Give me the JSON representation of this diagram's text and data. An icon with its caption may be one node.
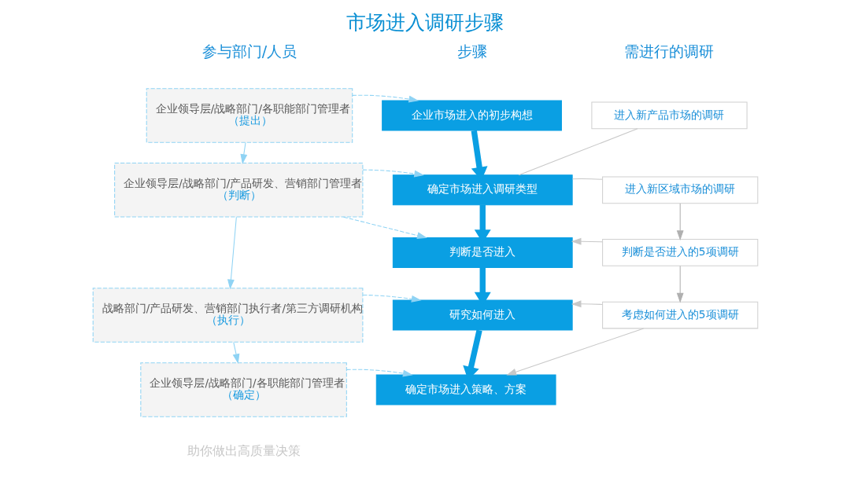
{
  "diagram": {
    "title": "市场进入调研步骤",
    "nodes": [
      {
        "text": [
          "企业领导层/战略部门/各职能部门管理者",
          "（提出）"
        ]
      },
      {
        "text": [
          "企业领导层/战略部门/产品研发、营销部门管理者",
          "（判断）"
        ]
      },
      {
        "text": [
          "战略部门/产品研发、营销部门执行者/第三方调研机构",
          "（执行）"
        ]
      },
      {
        "text": [
          "企业领导层/战略部门/各职能部门管理者",
          "（确定）"
        ]
      },
      {
        "text": [
          "企业市场进入的初步构想"
        ]
      },
      {
        "text": [
          "确定市场进入调研类型"
        ]
      },
      {
        "text": [
          "判断是否进入"
        ]
      },
      {
        "text": [
          "研究如何进入"
        ]
      },
      {
        "text": [
          "确定市场进入策略、方案"
        ]
      },
      {
        "text": [
          "进入新产品市场的调研"
        ]
      },
      {
        "text": [
          "进入新区域市场的调研"
        ]
      },
      {
        "text": [
          "判断是否进入的5项调研"
        ]
      },
      {
        "text": [
          "考虑如何进入的5项调研"
        ]
      }
    ],
    "edges": [
      {
        "from": 0,
        "to": 1,
        "arrow": "to",
        "color": "#8fd3f4"
      },
      {
        "from": 1,
        "to": 2,
        "arrow": "to",
        "color": "#8fd3f4"
      },
      {
        "from": 2,
        "to": 3,
        "arrow": "to",
        "color": "#8fd3f4"
      },
      {
        "from": 0,
        "to": 4,
        "arrow": "to",
        "style": "dashed",
        "color": "#8fd3f4"
      },
      {
        "from": 1,
        "to": 5,
        "arrow": "to",
        "style": "dashed",
        "color": "#8fd3f4"
      },
      {
        "from": 1,
        "to": 6,
        "arrow": "to",
        "style": "dashed",
        "color": "#8fd3f4"
      },
      {
        "from": 2,
        "to": 7,
        "arrow": "to",
        "style": "dashed",
        "color": "#8fd3f4"
      },
      {
        "from": 3,
        "to": 8,
        "arrow": "to",
        "style": "dashed",
        "color": "#8fd3f4"
      },
      {
        "from": 4,
        "to": 5,
        "arrow": "to",
        "style": "thick",
        "color": "#0a9fe3"
      },
      {
        "from": 5,
        "to": 6,
        "arrow": "to",
        "style": "thick",
        "color": "#0a9fe3"
      },
      {
        "from": 6,
        "to": 7,
        "arrow": "to",
        "style": "thick",
        "color": "#0a9fe3"
      },
      {
        "from": 7,
        "to": 8,
        "arrow": "to",
        "style": "thick",
        "color": "#0a9fe3"
      },
      {
        "from": 5,
        "to": 9,
        "arrow": "none",
        "color": "#c8c8c8"
      },
      {
        "from": 5,
        "to": 10,
        "arrow": "none",
        "color": "#c8c8c8"
      },
      {
        "from": 10,
        "to": 11,
        "arrow": "to",
        "color": "#b0b0b0"
      },
      {
        "from": 11,
        "to": 6,
        "arrow": "to",
        "color": "#c8c8c8"
      },
      {
        "from": 11,
        "to": 12,
        "arrow": "to",
        "color": "#b0b0b0"
      },
      {
        "from": 12,
        "to": 7,
        "arrow": "to",
        "color": "#c8c8c8"
      },
      {
        "from": 12,
        "to": 8,
        "arrow": "to",
        "color": "#c8c8c8"
      }
    ],
    "labels": [
      "参与部门/人员",
      "步骤",
      "需进行的调研",
      "助你做出高质量决策"
    ]
  }
}
